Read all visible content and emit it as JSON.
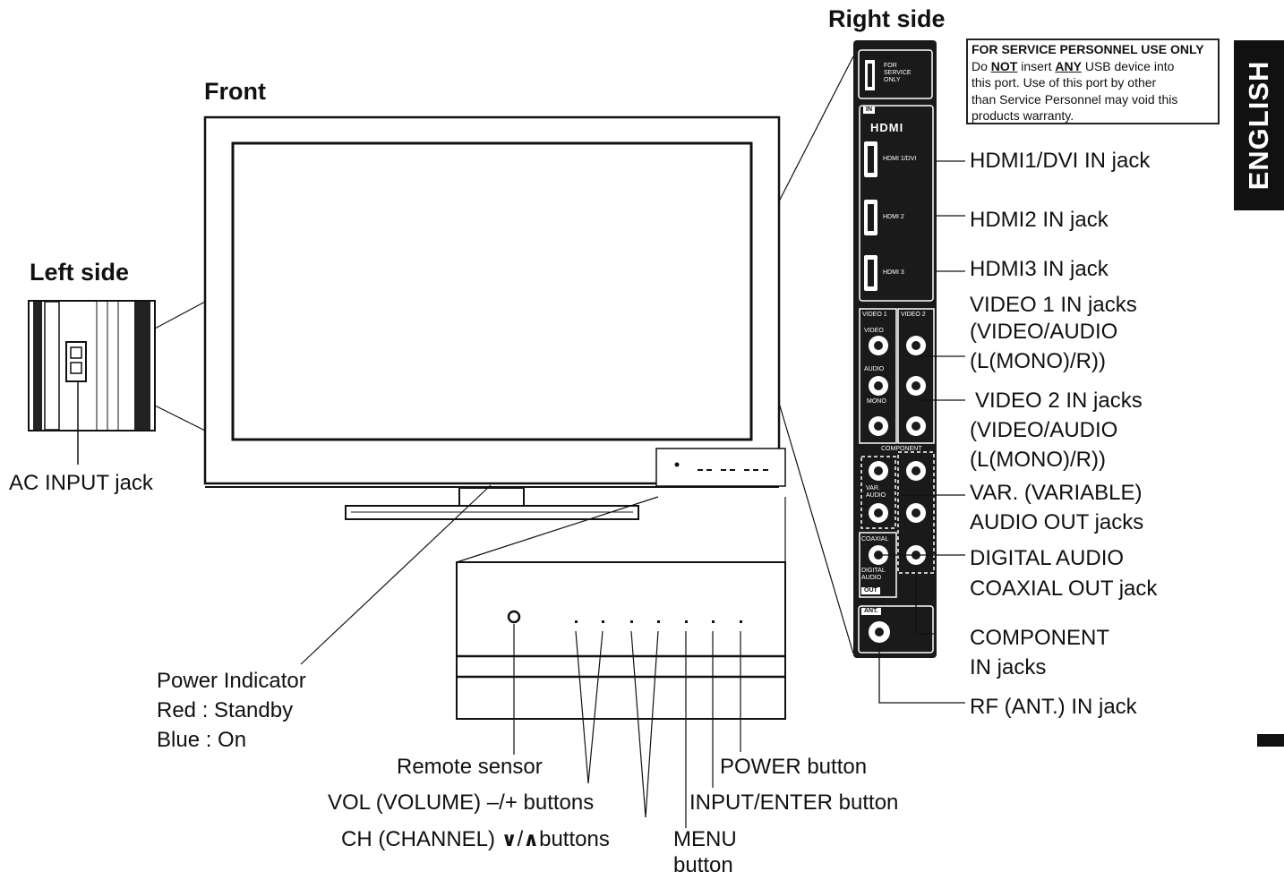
{
  "headings": {
    "right_side": "Right side",
    "front": "Front",
    "left_side": "Left side"
  },
  "language_tab": "ENGLISH",
  "service_notice": {
    "title": "FOR SERVICE PERSONNEL USE ONLY",
    "do": "Do",
    "not": "NOT",
    "insert": "insert",
    "any": "ANY",
    "rest_1": "USB device into",
    "line2": "this port. Use of this port by other",
    "line3": "than Service Personnel may void this",
    "line4": "products warranty."
  },
  "panel_markings": {
    "for_service_only": "FOR SERVICE ONLY",
    "in": "IN",
    "hdmi_logo": "HDMI",
    "hdmi1": "HDMI 1/DVI",
    "hdmi2": "HDMI 2",
    "hdmi3": "HDMI 3",
    "video1": "VIDEO 1",
    "video2": "VIDEO 2",
    "video": "VIDEO",
    "audio": "AUDIO",
    "mono": "MONO",
    "component": "COMPONENT",
    "var_audio": "VAR. AUDIO",
    "coaxial": "COAXIAL",
    "digital_audio": "DIGITAL AUDIO",
    "out": "OUT",
    "ant": "ANT."
  },
  "right_labels": {
    "hdmi1": "HDMI1/DVI IN jack",
    "hdmi2": "HDMI2 IN jack",
    "hdmi3": "HDMI3 IN jack",
    "video1_l1": "VIDEO 1 IN jacks",
    "video1_l2": "(VIDEO/AUDIO",
    "video1_l3": "(L(MONO)/R))",
    "video2_l1": "VIDEO 2 IN jacks",
    "video2_l2": "(VIDEO/AUDIO",
    "video2_l3": "(L(MONO)/R))",
    "var_l1": "VAR. (VARIABLE)",
    "var_l2": "AUDIO OUT jacks",
    "digital_l1": "DIGITAL AUDIO",
    "digital_l2": "COAXIAL OUT jack",
    "component_l1": "COMPONENT",
    "component_l2": "IN jacks",
    "rf": "RF (ANT.) IN jack"
  },
  "left_labels": {
    "ac_input": "AC INPUT jack"
  },
  "power_indicator": {
    "l1": "Power Indicator",
    "l2": "Red : Standby",
    "l3": "Blue : On"
  },
  "bottom_labels": {
    "remote_sensor": "Remote sensor",
    "vol": "VOL (VOLUME) –/+ buttons",
    "ch_a": "CH (CHANNEL)",
    "ch_b": "buttons",
    "menu_l1": "MENU",
    "menu_l2": "button",
    "power": "POWER button",
    "input": "INPUT/ENTER button"
  }
}
